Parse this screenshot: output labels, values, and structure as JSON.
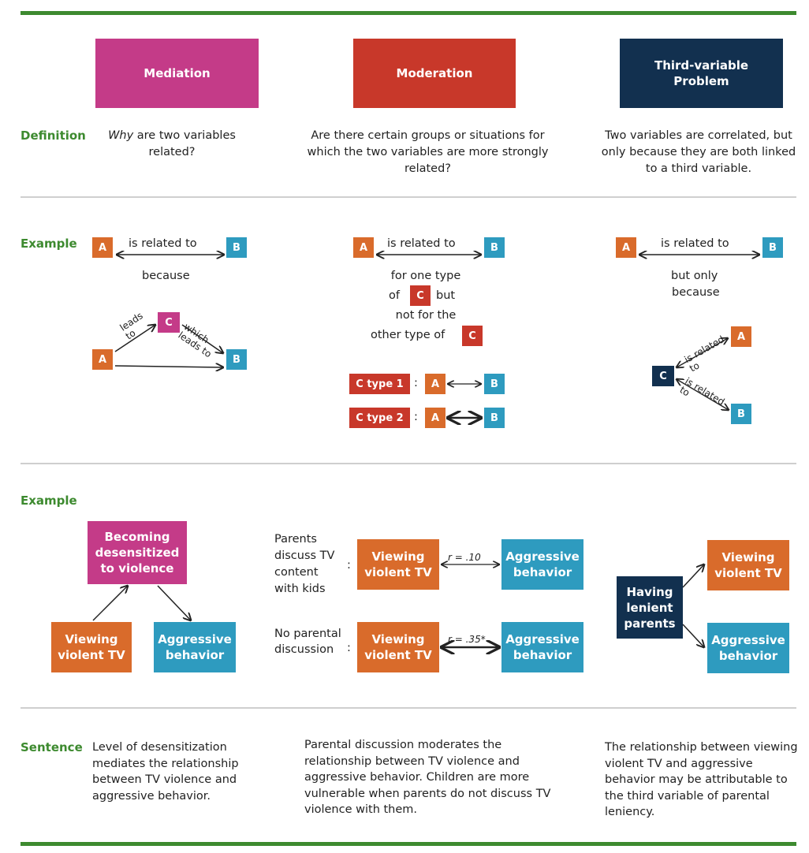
{
  "colors": {
    "green": "#3d8a2f",
    "mediation": "#c43b88",
    "moderation": "#c8382a",
    "third": "#12304f",
    "orange": "#d96b2b",
    "blue": "#2e9bbf"
  },
  "headers": {
    "mediation": "Mediation",
    "moderation": "Moderation",
    "third": "Third-variable Problem"
  },
  "labels": {
    "definition": "Definition",
    "example1": "Example",
    "example2": "Example",
    "sentence": "Sentence"
  },
  "definition": {
    "mediation_em": "Why",
    "mediation_rest": "are two variables related?",
    "moderation": "Are there certain groups or situations for which the two variables are more strongly related?",
    "third": "Two variables are correlated, but only because they are both linked to a third variable."
  },
  "letters": {
    "a": "A",
    "b": "B",
    "c": "C"
  },
  "example1": {
    "is_related_to": "is related to",
    "because": "because",
    "leads_to": "leads to",
    "which_leads_to": "which leads to",
    "for_one_type": "for one type",
    "of": "of",
    "but": "but",
    "not_for_the": "not for the",
    "other_type_of": "other type of",
    "c_type1": "C type 1",
    "c_type2": "C type 2",
    "colon": ":",
    "but_only": "but only",
    "because2": "because",
    "is_related_to_small": "is related to"
  },
  "example2": {
    "desensitized": "Becoming desensitized to violence",
    "viewing_tv": "Viewing violent TV",
    "aggressive": "Aggressive behavior",
    "parents_discuss": "Parents discuss TV content with kids",
    "no_parental": "No parental discussion",
    "r1": "r = .10",
    "r2": "r = .35*",
    "lenient": "Having lenient parents"
  },
  "sentence": {
    "mediation": "Level of desensitization mediates the relationship between TV violence and aggressive behavior.",
    "moderation": "Parental discussion moderates the relationship between TV violence and aggressive behavior. Children are more vulnerable when parents do not discuss TV violence with them.",
    "third": "The relationship between viewing violent TV and aggressive behavior may be attributable to the third variable of parental leniency."
  }
}
